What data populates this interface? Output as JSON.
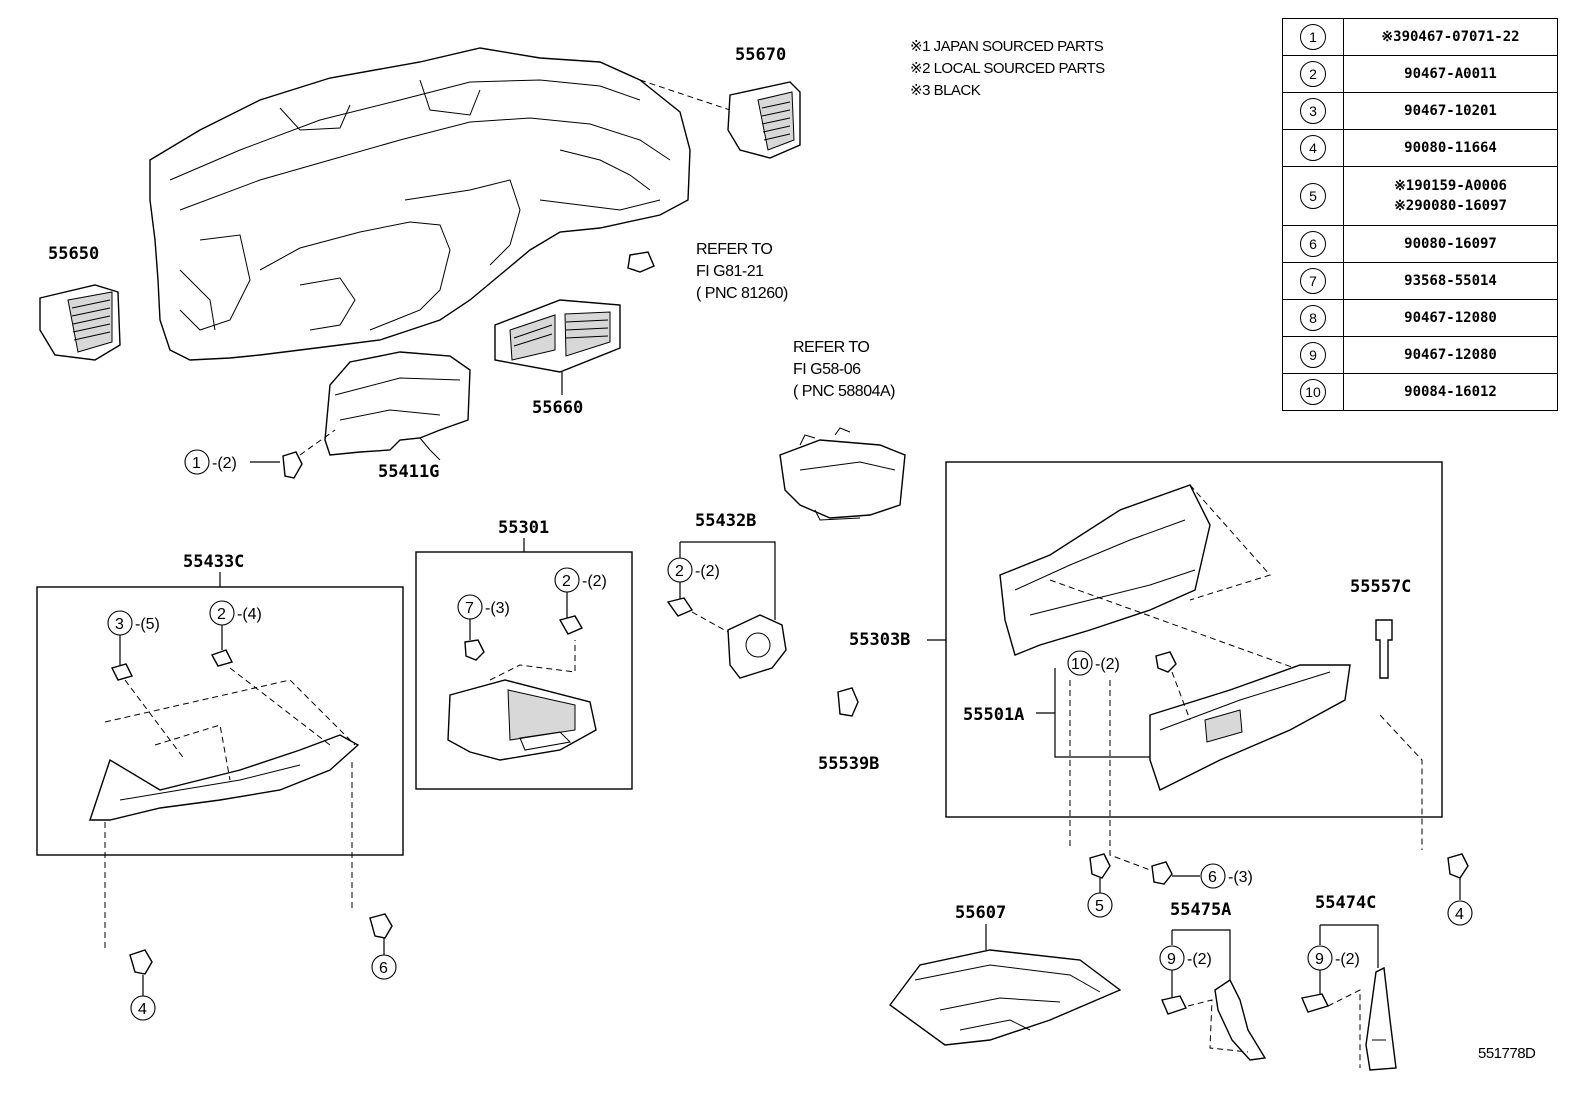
{
  "notes": [
    "※1  JAPAN SOURCED PARTS",
    "※2  LOCAL SOURCED PARTS",
    "※3  BLACK"
  ],
  "reference_table": [
    {
      "index": "1",
      "part_numbers": [
        "※390467-07071-22"
      ]
    },
    {
      "index": "2",
      "part_numbers": [
        "90467-A0011"
      ]
    },
    {
      "index": "3",
      "part_numbers": [
        "90467-10201"
      ]
    },
    {
      "index": "4",
      "part_numbers": [
        "90080-11664"
      ]
    },
    {
      "index": "5",
      "part_numbers": [
        "※190159-A0006",
        "※290080-16097"
      ]
    },
    {
      "index": "6",
      "part_numbers": [
        "90080-16097"
      ]
    },
    {
      "index": "7",
      "part_numbers": [
        "93568-55014"
      ]
    },
    {
      "index": "8",
      "part_numbers": [
        "90467-12080"
      ]
    },
    {
      "index": "9",
      "part_numbers": [
        "90467-12080"
      ]
    },
    {
      "index": "10",
      "part_numbers": [
        "90084-16012"
      ]
    }
  ],
  "part_labels": {
    "p55670": "55670",
    "p55650": "55650",
    "p55660": "55660",
    "p55411g": "55411G",
    "p55301": "55301",
    "p55433c": "55433C",
    "p55432b": "55432B",
    "p55303b": "55303B",
    "p55501a": "55501A",
    "p55539b": "55539B",
    "p55557c": "55557C",
    "p55607": "55607",
    "p55475a": "55475A",
    "p55474c": "55474C"
  },
  "references": {
    "fig81": [
      "REFER TO",
      "FI G81-21",
      "( PNC 81260)"
    ],
    "fig58": [
      "REFER TO",
      "FI G58-06",
      "( PNC 58804A)"
    ]
  },
  "callouts": {
    "c1_qty": "-(2)",
    "c2a_qty": "-(2)",
    "c2b_qty": "-(2)",
    "c2c_qty": "-(4)",
    "c3_qty": "-(5)",
    "c7_qty": "-(3)",
    "c10_qty": "-(2)",
    "c6b_qty": "-(3)",
    "c9a_qty": "-(2)",
    "c9b_qty": "-(2)"
  },
  "drawing_id": "551778D"
}
